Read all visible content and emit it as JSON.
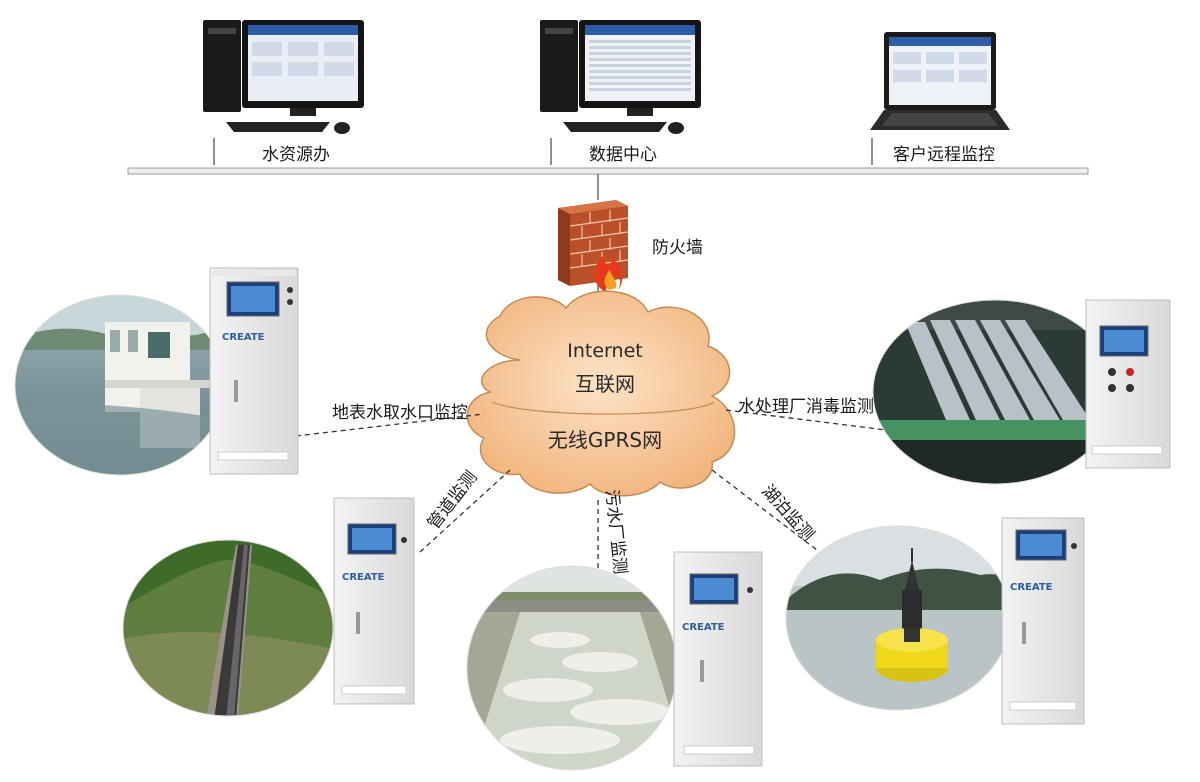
{
  "top_nodes": [
    {
      "label": "水资源办",
      "icon": "desktop-computer-icon"
    },
    {
      "label": "数据中心",
      "icon": "desktop-computer-icon"
    },
    {
      "label": "客户远程监控",
      "icon": "laptop-icon"
    }
  ],
  "firewall": {
    "label": "防火墙",
    "icon": "firewall-icon"
  },
  "network": {
    "line1": "Internet",
    "line2": "互联网",
    "line3": "无线GPRS网"
  },
  "sites": [
    {
      "label": "地表水取水口监控"
    },
    {
      "label": "水处理厂消毒监测"
    },
    {
      "label": "管道监测"
    },
    {
      "label": "污水厂监测"
    },
    {
      "label": "湖泊监测"
    }
  ],
  "cabinet_brand": "CREATE",
  "colors": {
    "cloud_fill": "#f6c79a",
    "cloud_stroke": "#c58a55",
    "bus": "#9c9c9c",
    "brick": "#c9582b"
  }
}
